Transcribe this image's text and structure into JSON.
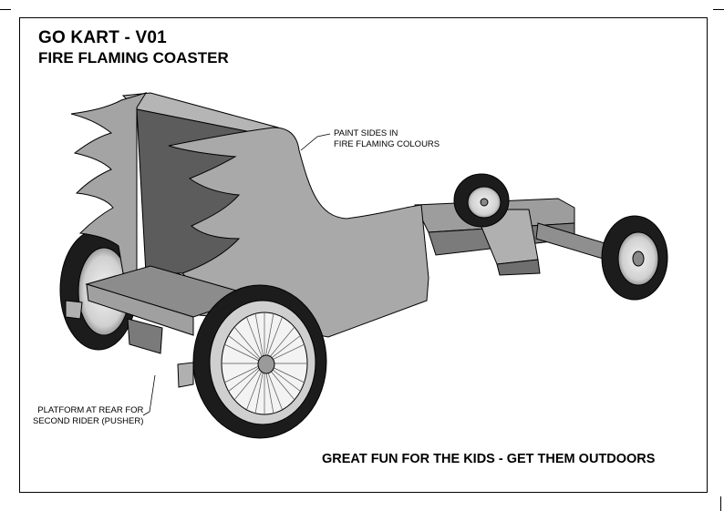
{
  "sheet": {
    "title": "GO KART - V01",
    "subtitle": "FIRE FLAMING COASTER",
    "tagline": "GREAT FUN FOR THE KIDS - GET THEM OUTDOORS"
  },
  "annotations": {
    "paint_sides": [
      "PAINT SIDES IN",
      "FIRE FLAMING COLOURS"
    ],
    "platform": [
      "PLATFORM AT REAR FOR",
      "SECOND RIDER (PUSHER)"
    ]
  },
  "colors": {
    "body_grey": "#a9a9a9",
    "dark_grey": "#6d6d6d",
    "inner_dark": "#5a5a5a",
    "tyre": "#1a1a1a",
    "rim": "#d9d9d9",
    "line": "#000000"
  }
}
